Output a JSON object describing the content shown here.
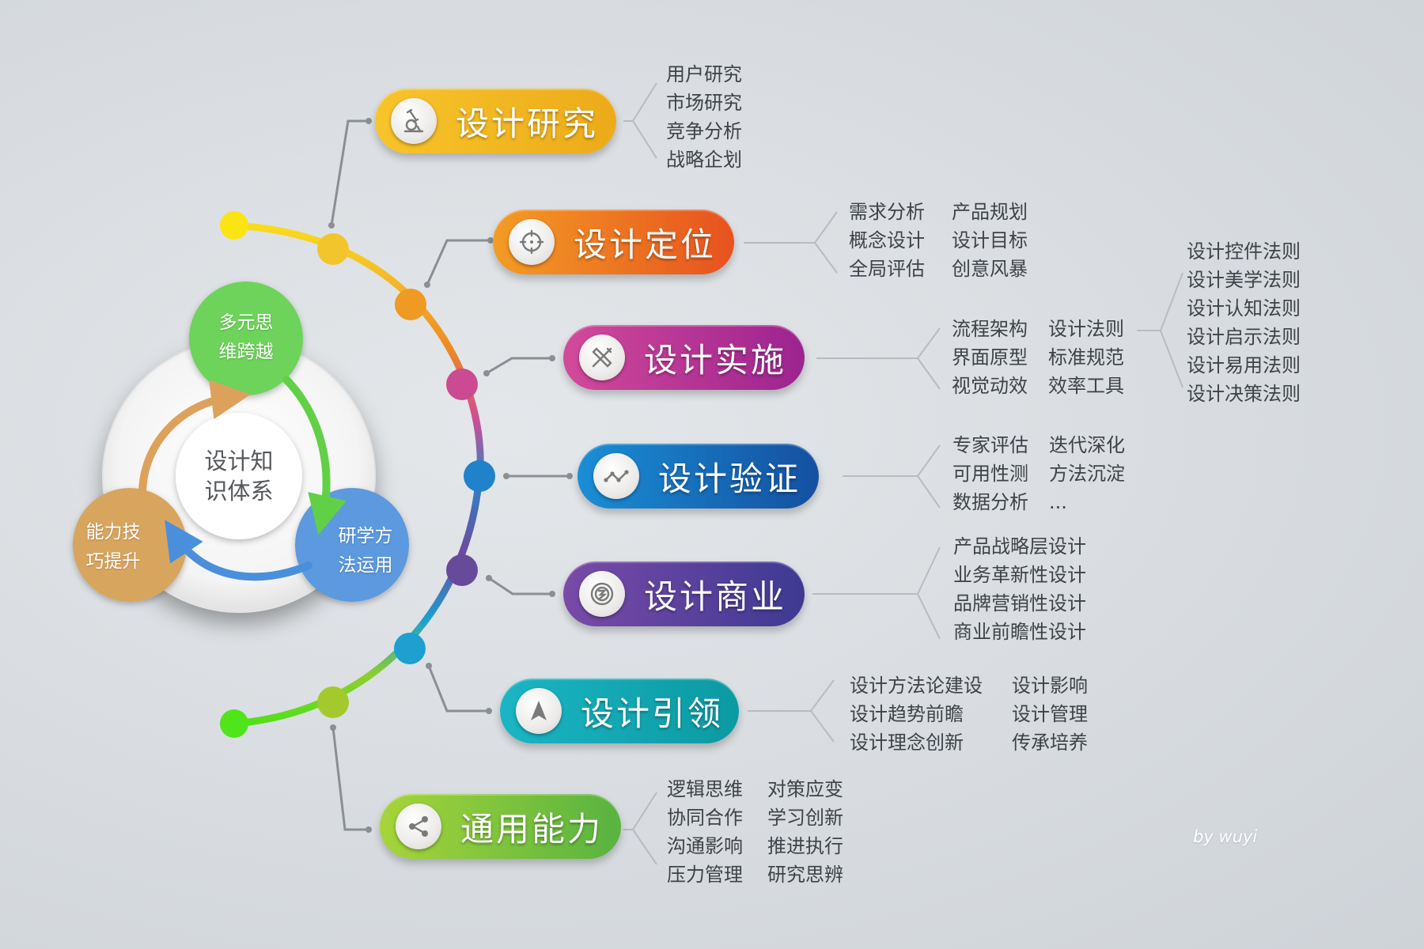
{
  "center": {
    "title": "设计知\n识体系",
    "bubbles": [
      {
        "label": "多元思\n维跨越",
        "color": "#6dd35a"
      },
      {
        "label": "研学方\n法运用",
        "color": "#5b99de"
      },
      {
        "label": "能力技\n巧提升",
        "color": "#d8a55e"
      }
    ]
  },
  "branches": [
    {
      "label": "设计研究",
      "icon": "microscope-icon",
      "colors": [
        "#f7c42a",
        "#ecab19"
      ],
      "columns": [
        [
          "用户研究",
          "市场研究",
          "竞争分析",
          "战略企划"
        ]
      ]
    },
    {
      "label": "设计定位",
      "icon": "crosshair-icon",
      "colors": [
        "#f39c24",
        "#e7521f"
      ],
      "columns": [
        [
          "需求分析",
          "概念设计",
          "全局评估"
        ],
        [
          "产品规划",
          "设计目标",
          "创意风暴"
        ]
      ]
    },
    {
      "label": "设计实施",
      "icon": "ruler-pencil-icon",
      "colors": [
        "#d24a9a",
        "#9c2390"
      ],
      "columns": [
        [
          "流程架构",
          "界面原型",
          "视觉动效"
        ],
        [
          "设计法则",
          "标准规范",
          "效率工具"
        ]
      ],
      "sub_columns": [
        [
          "设计控件法则",
          "设计美学法则",
          "设计认知法则",
          "设计启示法则",
          "设计易用法则",
          "设计决策法则"
        ]
      ]
    },
    {
      "label": "设计验证",
      "icon": "line-graph-icon",
      "colors": [
        "#1a8ed6",
        "#1450a0"
      ],
      "columns": [
        [
          "专家评估",
          "可用性测",
          "数据分析"
        ],
        [
          "迭代深化",
          "方法沉淀",
          "..."
        ]
      ]
    },
    {
      "label": "设计商业",
      "icon": "spiral-coin-icon",
      "colors": [
        "#7a4aa8",
        "#3d3a92"
      ],
      "columns": [
        [
          "产品战略层设计",
          "业务革新性设计",
          "品牌营销性设计",
          "商业前瞻性设计"
        ]
      ]
    },
    {
      "label": "设计引领",
      "icon": "compass-arrow-icon",
      "colors": [
        "#1bb5c4",
        "#0b9aa2"
      ],
      "columns": [
        [
          "设计方法论建设",
          "设计趋势前瞻",
          "设计理念创新"
        ],
        [
          "设计影响",
          "设计管理",
          "传承培养"
        ]
      ]
    },
    {
      "label": "通用能力",
      "icon": "share-icon",
      "colors": [
        "#a6d43a",
        "#58b340"
      ],
      "columns": [
        [
          "逻辑思维",
          "协同合作",
          "沟通影响",
          "压力管理"
        ],
        [
          "对策应变",
          "学习创新",
          "推进执行",
          "研究思辨"
        ]
      ]
    }
  ],
  "signature": "by wuyi"
}
